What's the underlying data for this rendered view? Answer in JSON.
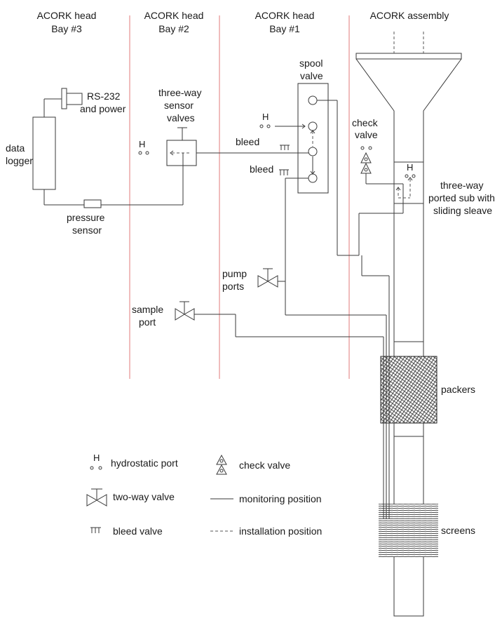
{
  "headers": {
    "bay3": [
      "ACORK head",
      "Bay #3"
    ],
    "bay2": [
      "ACORK head",
      "Bay #2"
    ],
    "bay1": [
      "ACORK head",
      "Bay #1"
    ],
    "assembly": "ACORK assembly"
  },
  "labels": {
    "data_logger": [
      "data",
      "logger"
    ],
    "rs232": [
      "RS-232",
      "and power"
    ],
    "pressure_sensor": [
      "pressure",
      "sensor"
    ],
    "three_way_sensor_valves": [
      "three-way",
      "sensor",
      "valves"
    ],
    "spool_valve": [
      "spool",
      "valve"
    ],
    "bleed_upper": "bleed",
    "bleed_lower": "bleed",
    "check_valve": [
      "check",
      "valve"
    ],
    "three_way_sub": [
      "three-way",
      "ported sub with",
      "sliding sleave"
    ],
    "pump_ports": [
      "pump",
      "ports"
    ],
    "sample_port": [
      "sample",
      "port"
    ],
    "packers": "packers",
    "screens": "screens",
    "H_bay2": "H",
    "H_spool": "H",
    "H_sub": "H"
  },
  "legend": {
    "hydrostatic_port": "hydrostatic port",
    "hydrostatic_symbol": "H",
    "check_valve": "check valve",
    "two_way_valve": "two-way valve",
    "monitoring_position": "monitoring position",
    "bleed_valve": "bleed valve",
    "installation_position": "installation position"
  },
  "colors": {
    "bay_separator": "#e07a7a",
    "line": "#3a3a3a",
    "hatch": "#333333"
  }
}
